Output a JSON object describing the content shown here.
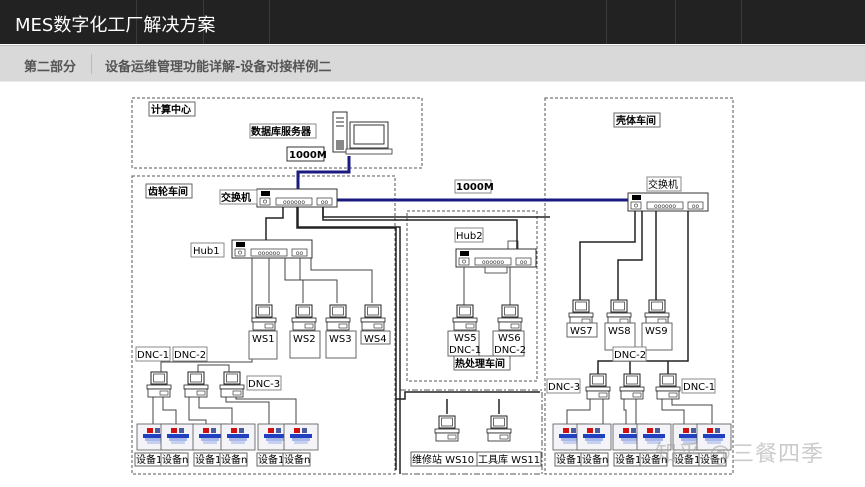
{
  "header": {
    "app_title": "MES数字化工厂解决方案"
  },
  "subheader": {
    "section": "第二部分",
    "title": "设备运维管理功能详解-设备对接样例二"
  },
  "diagram": {
    "link_speed_color": "#1a1a80",
    "zones": {
      "compute_center": "计算中心",
      "gear_workshop": "齿轮车间",
      "heat_workshop": "热处理车间",
      "shell_workshop": "壳体车间"
    },
    "server_label": "数据库服务器",
    "link_server": "1000M",
    "link_backbone": "1000M",
    "switch_left": "交换机",
    "switch_right": "交换机",
    "hub1": "Hub1",
    "hub2": "Hub2",
    "gear_ws": [
      "WS1",
      "WS2",
      "WS3",
      "WS4"
    ],
    "gear_dnc": [
      "DNC-1",
      "DNC-2",
      "DNC-3"
    ],
    "heat_ws": [
      {
        "name": "WS5",
        "dnc": "DNC-1"
      },
      {
        "name": "WS6",
        "dnc": "DNC-2"
      }
    ],
    "shell_ws": [
      "WS7",
      "WS8",
      "WS9"
    ],
    "shell_dnc": {
      "mid": "DNC-2",
      "left": "DNC-3",
      "right": "DNC-1"
    },
    "service_ws": [
      "维修站 WS10",
      "工具库 WS11"
    ],
    "device_first": "设备1",
    "device_last": "设备n"
  },
  "watermark": "知乎 @三餐四季"
}
